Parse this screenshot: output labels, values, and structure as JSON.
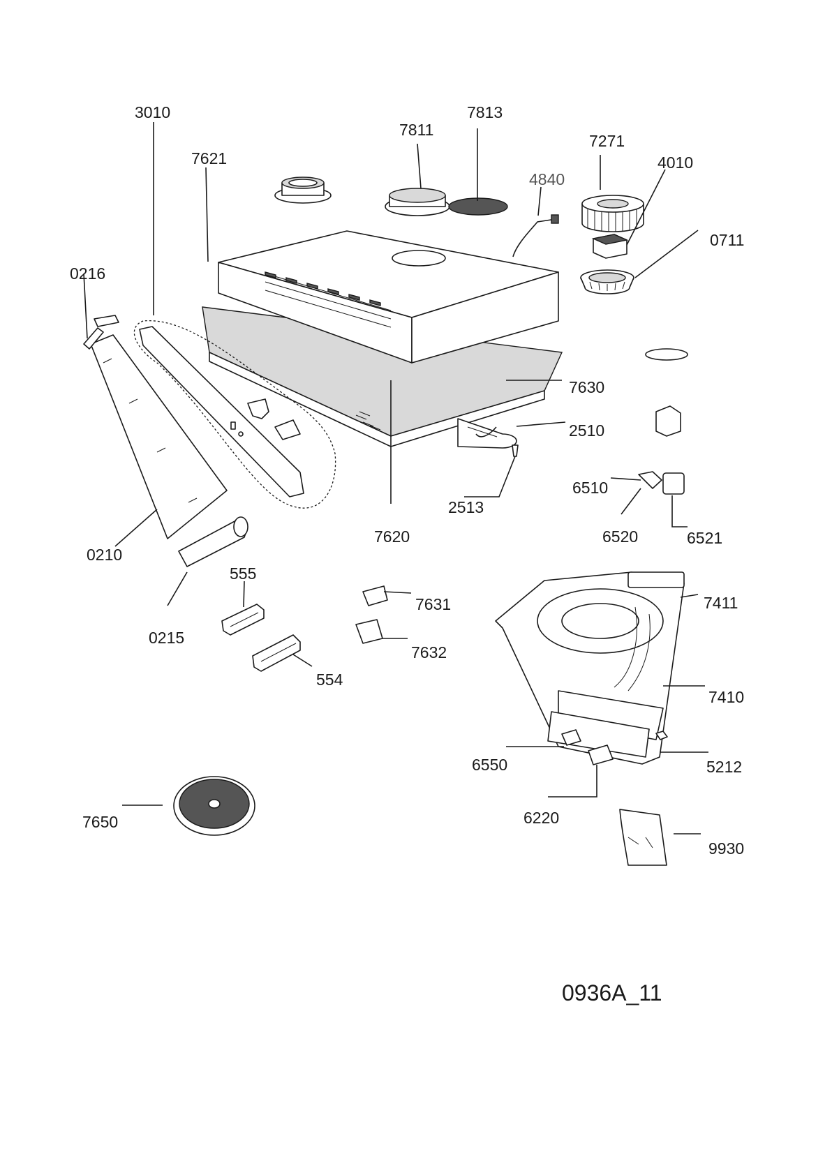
{
  "diagram_code": "0936A_11",
  "labels": {
    "p3010": "3010",
    "p7621": "7621",
    "p7811": "7811",
    "p7813": "7813",
    "p7271": "7271",
    "p4010": "4010",
    "p4840": "4840",
    "p0711": "0711",
    "p0216": "0216",
    "p7630": "7630",
    "p2510": "2510",
    "p2513": "2513",
    "p6510": "6510",
    "p6520": "6520",
    "p6521": "6521",
    "p7620": "7620",
    "p0210": "0210",
    "p0215": "0215",
    "p555": "555",
    "p554": "554",
    "p7631": "7631",
    "p7632": "7632",
    "p7411": "7411",
    "p7410": "7410",
    "p6550": "6550",
    "p5212": "5212",
    "p6220": "6220",
    "p7650": "7650",
    "p9930": "9930"
  }
}
